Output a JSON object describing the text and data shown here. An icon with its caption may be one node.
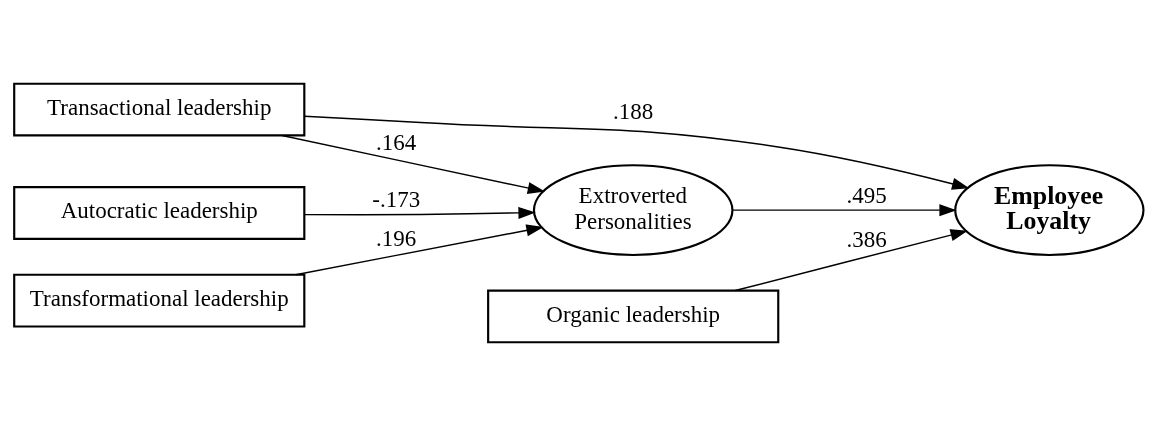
{
  "diagram": {
    "nodes": [
      {
        "text": [
          "Transactional leadership"
        ]
      },
      {
        "text": [
          "Autocratic leadership"
        ]
      },
      {
        "text": [
          "Transformational leadership"
        ]
      },
      {
        "text": [
          "Organic leadership"
        ]
      },
      {
        "text": [
          "Extroverted Personalities"
        ]
      },
      {
        "text": [
          "Employee Loyalty"
        ]
      }
    ],
    "edges": [
      {
        "from": 0,
        "to": 5,
        "arrow": "to",
        "label": ".188"
      },
      {
        "from": 0,
        "to": 4,
        "arrow": "to",
        "label": ".164"
      },
      {
        "from": 1,
        "to": 4,
        "arrow": "to",
        "label": "-.173"
      },
      {
        "from": 2,
        "to": 4,
        "arrow": "to",
        "label": ".196"
      },
      {
        "from": 3,
        "to": 5,
        "arrow": "to",
        "label": ".386"
      },
      {
        "from": 4,
        "to": 5,
        "arrow": "to",
        "label": ".495"
      }
    ]
  }
}
